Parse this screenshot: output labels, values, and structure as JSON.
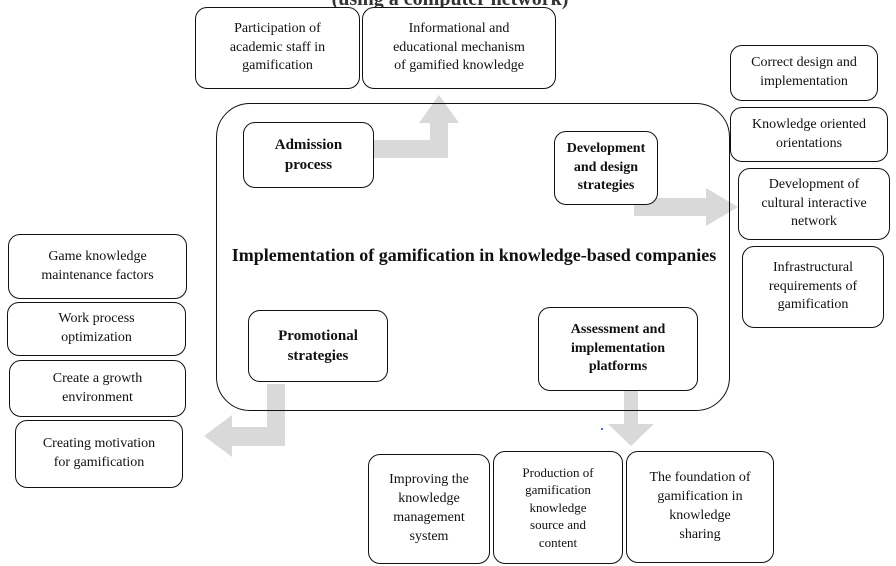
{
  "header_fragment": "(using a computer network)",
  "central": {
    "title": "Implementation of gamification in knowledge-based companies"
  },
  "nodes": {
    "admission": "Admission\nprocess",
    "development": "Development\nand design\nstrategies",
    "promotional": "Promotional\nstrategies",
    "assessment": "Assessment and\nimplementation\nplatforms"
  },
  "outputs": {
    "top": [
      "Participation of\nacademic staff in\ngamification",
      "Informational and\neducational mechanism\nof gamified knowledge"
    ],
    "right": [
      "Correct design and\nimplementation",
      "Knowledge oriented\norientations",
      "Development of\ncultural interactive\nnetwork",
      "Infrastructural\nrequirements of\ngamification"
    ],
    "left": [
      "Game knowledge\nmaintenance factors",
      "Work process\noptimization",
      "Create a growth\nenvironment",
      "Creating motivation\nfor gamification"
    ],
    "bottom": [
      "Improving the\nknowledge\nmanagement\nsystem",
      "Production of\ngamification\nknowledge\nsource and\ncontent",
      "The foundation of\ngamification in\nknowledge\nsharing"
    ]
  },
  "colors": {
    "arrow": "#d9d9d9",
    "border": "#111111"
  }
}
